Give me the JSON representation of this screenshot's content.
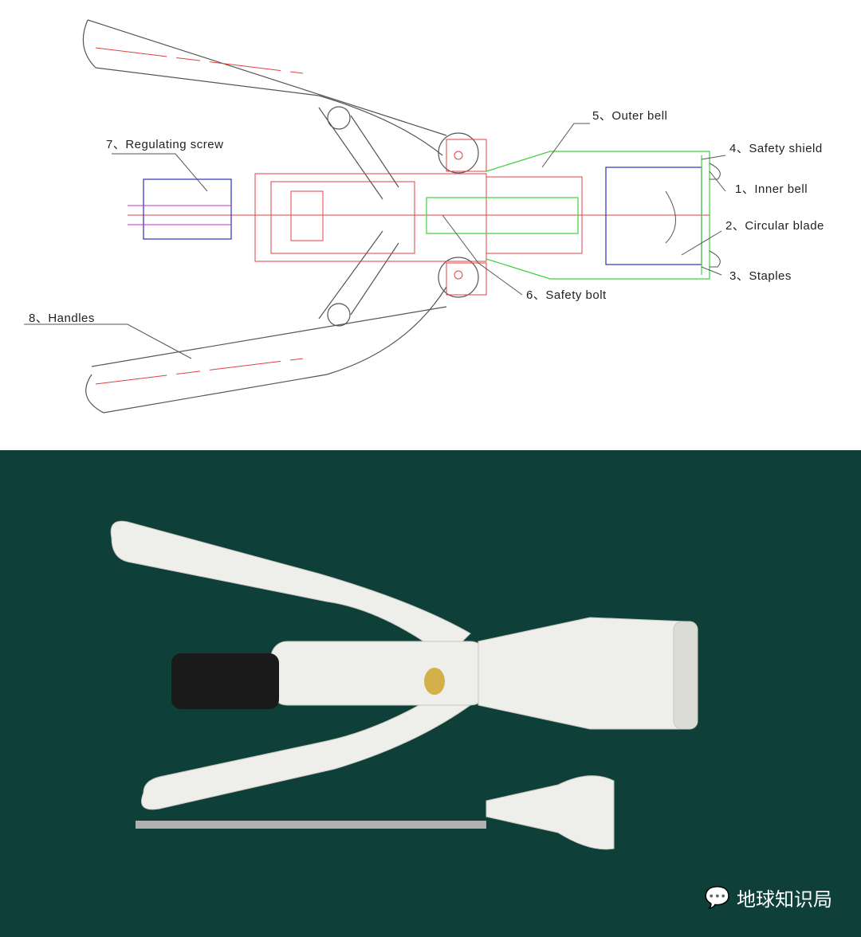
{
  "diagram": {
    "labels": {
      "regulating_screw": "7、Regulating screw",
      "outer_bell": "5、Outer bell",
      "safety_shield": "4、Safety shield",
      "inner_bell": "1、Inner bell",
      "circular_blade": "2、Circular blade",
      "staples": "3、Staples",
      "safety_bolt": "6、Safety bolt",
      "handles": "8、Handles"
    },
    "colors": {
      "red": "#e04040",
      "green": "#40d040",
      "blue": "#3030c0",
      "magenta": "#c030c0",
      "gray": "#555555"
    }
  },
  "photo": {
    "background": "#0e3f38",
    "watermark": "地球知识局",
    "watermark_icon": "wechat-icon"
  }
}
